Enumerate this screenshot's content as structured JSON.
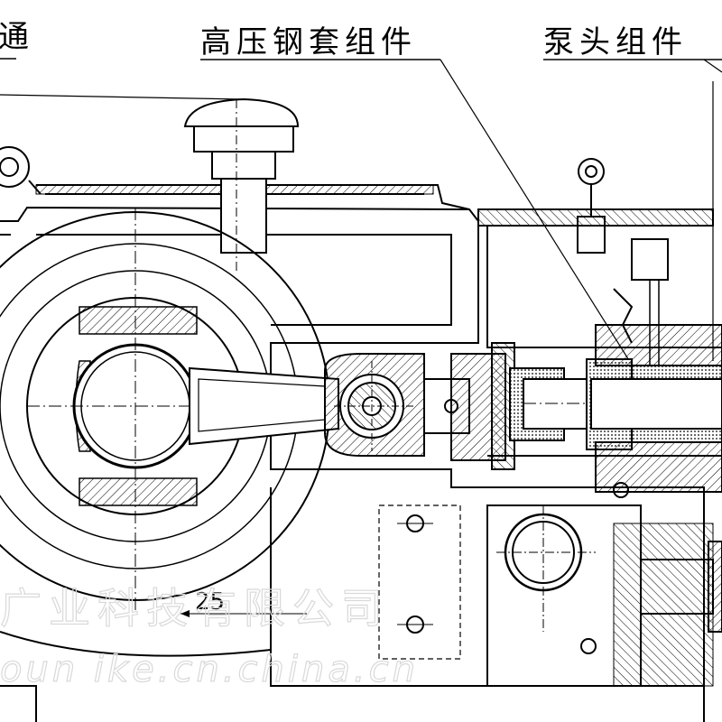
{
  "callouts": {
    "left_partial": "通",
    "high_pressure_sleeve": "高压钢套组件",
    "pump_head": "泵头组件"
  },
  "dimension": "25",
  "watermark": {
    "cn_line": "广业科技有限公司",
    "url_line": "oun ike.cn.china.cn"
  },
  "colors": {
    "line": "#000000",
    "background": "#ffffff",
    "hatch": "#000000",
    "watermark": "#d9d9d9"
  }
}
